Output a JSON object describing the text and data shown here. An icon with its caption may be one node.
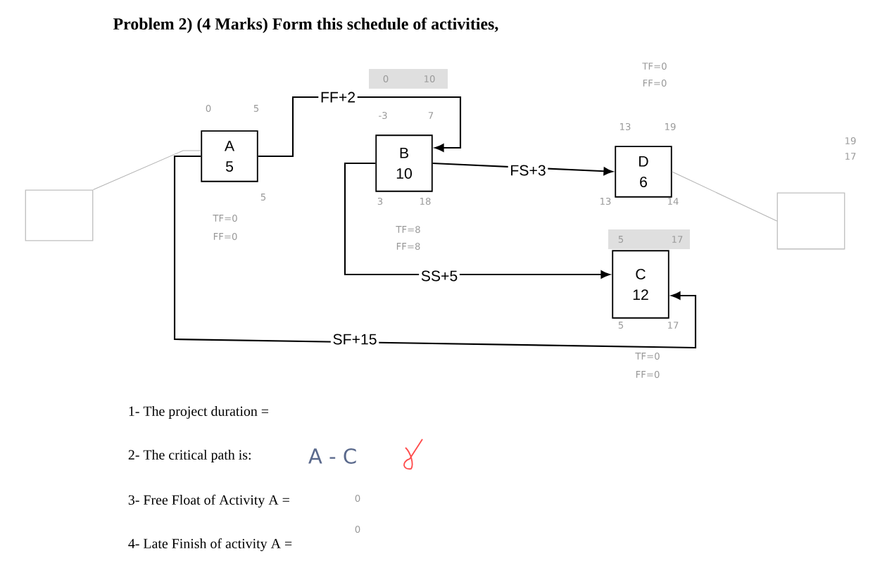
{
  "diagram": {
    "title": "Problem 2) (4 Marks)  Form this schedule of activities,",
    "nodes": [
      {
        "text": [],
        "shape": "box"
      },
      {
        "text": [
          "A",
          "5"
        ],
        "beside": [
          "0",
          "5",
          "5",
          "TF=0",
          "FF=0"
        ]
      },
      {
        "text": [
          "B",
          "10"
        ],
        "beside": [
          "-3",
          "7",
          "3",
          "18",
          "TF=8",
          "FF=8"
        ]
      },
      {
        "text": [
          "D",
          "6"
        ],
        "beside": [
          "13",
          "19",
          "13",
          "14"
        ]
      },
      {
        "text": [
          "C",
          "12"
        ],
        "beside": [
          "5",
          "17",
          "5",
          "17",
          "TF=0",
          "FF=0"
        ]
      },
      {
        "text": [],
        "shape": "box"
      }
    ],
    "edges": [
      {
        "from": 0,
        "to": 1,
        "arrow": "none",
        "color": "#b4b4b4"
      },
      {
        "from": 1,
        "to": 2,
        "arrow": "to",
        "label": "FF+2"
      },
      {
        "from": 2,
        "to": 3,
        "arrow": "to",
        "label": "FS+3"
      },
      {
        "from": 2,
        "to": 4,
        "arrow": "to",
        "label": "SS+5"
      },
      {
        "from": 1,
        "to": 4,
        "arrow": "to",
        "label": "SF+15"
      },
      {
        "from": 3,
        "to": 5,
        "arrow": "none",
        "color": "#b4b4b4"
      }
    ],
    "labels": [
      "TF=0",
      "FF=0",
      "0",
      "10",
      "19",
      "17",
      "1- The project duration =",
      "2- The critical path is:",
      "A - C",
      "3- Free Float of Activity A =",
      "0",
      "4- Late Finish of activity A =",
      "0"
    ]
  }
}
